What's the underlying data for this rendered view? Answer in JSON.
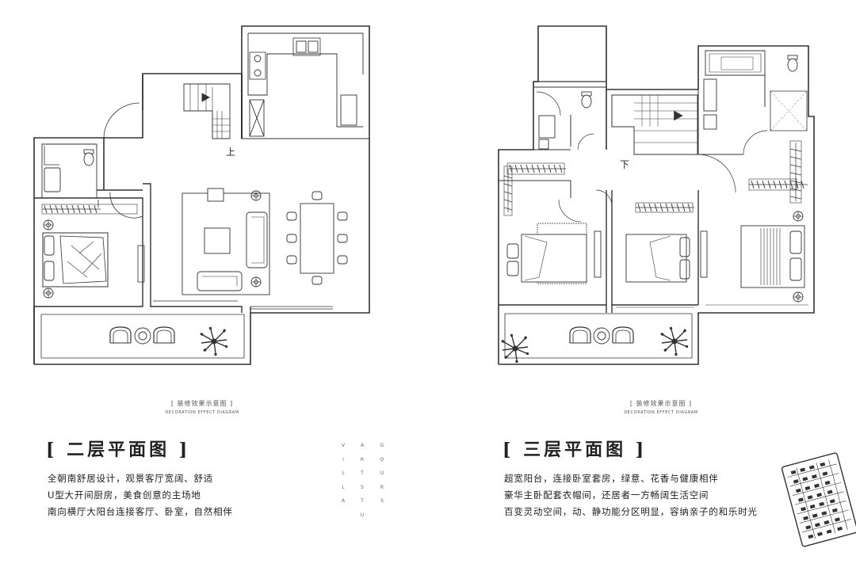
{
  "floor2": {
    "caption_zh": "[ 装修效果示意图 ]",
    "caption_en": "DECORATION EFFECT DIAGRAM",
    "title": "[ 二层平面图 ]",
    "stair_label": "上",
    "lines": [
      "全朝南舒居设计，观景客厅宽阔、舒适",
      "U型大开间厨房，美食创意的主场地",
      "南向横厅大阳台连接客厅、卧室，自然相伴"
    ]
  },
  "floor3": {
    "caption_zh": "[ 装修效果示意图 ]",
    "caption_en": "DECORATION EFFECT DIAGRAM",
    "title": "[ 三层平面图 ]",
    "stair_label": "下",
    "lines": [
      "超宽阳台，连接卧室套房，绿意、花香与健康相伴",
      "豪华主卧配套衣帽间，还居者一方畅阔生活空间",
      "百变灵动空间，动、静功能分区明显，容纳亲子的和乐时光"
    ]
  },
  "vertical_columns": [
    [
      "V",
      "I",
      "L",
      "L",
      "A"
    ],
    [
      "A",
      "R",
      "T",
      "S",
      "T",
      "U"
    ],
    [
      "G",
      "O",
      "U",
      "R",
      "S"
    ]
  ]
}
